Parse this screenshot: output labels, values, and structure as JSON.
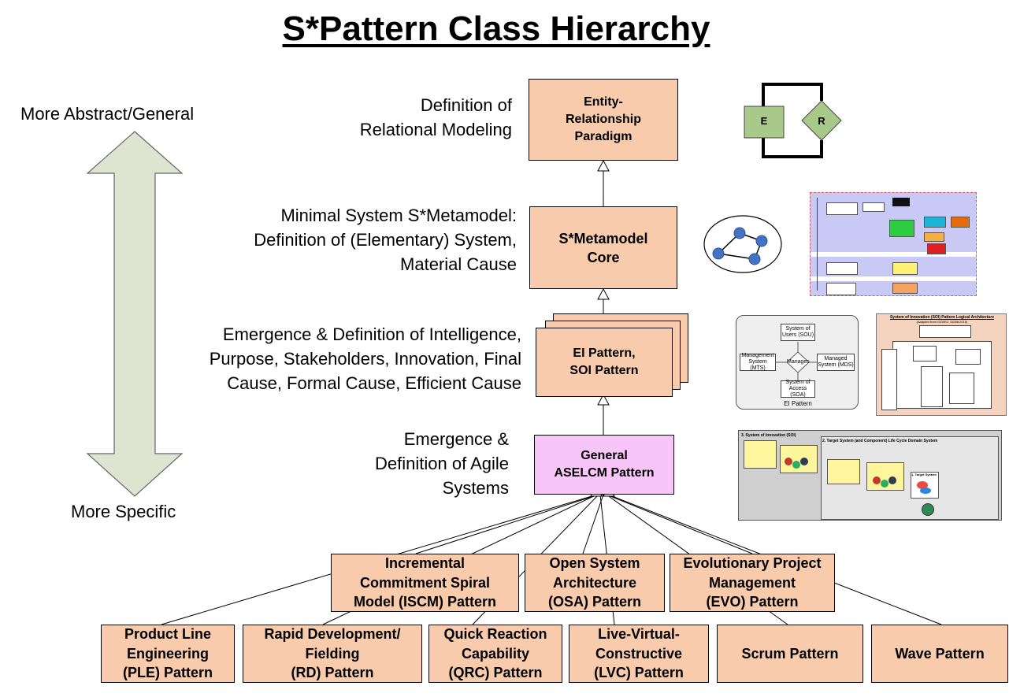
{
  "title": "S*Pattern Class Hierarchy",
  "axis": {
    "top_label": "More Abstract/General",
    "bottom_label": "More Specific"
  },
  "levels": [
    {
      "desc": [
        "Definition of",
        "Relational Modeling"
      ],
      "box": [
        "Entity-",
        "Relationship",
        "Paradigm"
      ]
    },
    {
      "desc": [
        "Minimal System S*Metamodel:",
        "Definition of (Elementary) System,",
        "Material Cause"
      ],
      "box": [
        "S*Metamodel",
        "Core"
      ]
    },
    {
      "desc": [
        "Emergence & Definition of Intelligence,",
        "Purpose, Stakeholders, Innovation, Final",
        "Cause, Formal Cause, Efficient Cause"
      ],
      "box": [
        "EI Pattern,",
        "SOI Pattern"
      ]
    },
    {
      "desc": [
        "Emergence &",
        "Definition of Agile",
        "Systems"
      ],
      "box": [
        "General",
        "ASELCM Pattern"
      ]
    }
  ],
  "middle_row": [
    [
      "Incremental",
      "Commitment Spiral",
      "Model (ISCM) Pattern"
    ],
    [
      "Open System",
      "Architecture",
      "(OSA) Pattern"
    ],
    [
      "Evolutionary Project",
      "Management",
      "(EVO) Pattern"
    ]
  ],
  "bottom_row": [
    [
      "Product Line",
      "Engineering",
      "(PLE) Pattern"
    ],
    [
      "Rapid Development/",
      "Fielding",
      "(RD) Pattern"
    ],
    [
      "Quick Reaction",
      "Capability",
      "(QRC) Pattern"
    ],
    [
      "Live-Virtual-",
      "Constructive",
      "(LVC) Pattern"
    ],
    [
      "Scrum Pattern"
    ],
    [
      "Wave Pattern"
    ]
  ],
  "er_icon": {
    "entity": "E",
    "relationship": "R"
  },
  "ei_thumb": {
    "users": [
      "System of",
      "Users (SOU)"
    ],
    "mgmt": [
      "Management",
      "System (MTS)"
    ],
    "manages": "Manages",
    "managed": [
      "Managed",
      "System (MDS)"
    ],
    "access": [
      "System of",
      "Access (SOA)"
    ],
    "caption": "EI Pattern"
  },
  "soi_thumb": {
    "title": "System of Innovation (SOI) Pattern Logical Architecture",
    "subtitle": "(Adapted from ISO/IEC 15288:2015)"
  },
  "aselcm_thumb": {
    "left": "3. System of Innovation (SOI)",
    "right": "2. Target System (and Component) Life Cycle Domain System",
    "target": "1. Target System"
  },
  "colors": {
    "box_fill": "#f8cbad",
    "aselcm_fill": "#f8c5f8",
    "arrow_fill": "#dee4cf",
    "er_fill": "#a9c98a"
  }
}
